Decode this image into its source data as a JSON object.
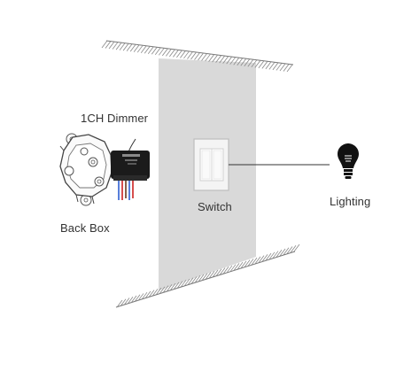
{
  "labels": {
    "dimmer": "1CH Dimmer",
    "back_box": "Back Box",
    "switch": "Switch",
    "lighting": "Lighting"
  },
  "icons": {
    "lighting": "light-bulb-icon",
    "back_box": "junction-box-icon",
    "dimmer": "dimmer-module-icon",
    "switch": "wall-switch-icon"
  },
  "colors": {
    "wall": "#d9d9d9",
    "hatch": "#777777",
    "line": "#333333",
    "text": "#333333",
    "wire_blue": "#2f5fd0",
    "wire_red": "#cc2222",
    "wire_brown": "#6b3a1f",
    "bulb": "#111111"
  }
}
